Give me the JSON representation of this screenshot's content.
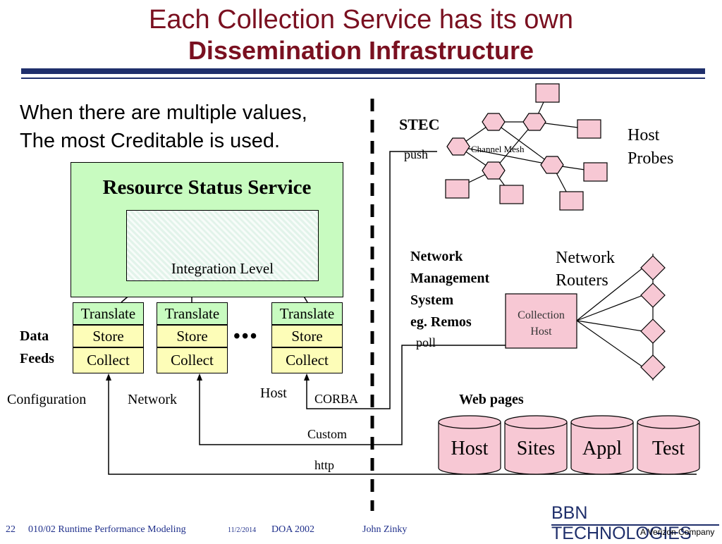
{
  "title": {
    "line1": "Each Collection Service has its own",
    "line2": "Dissemination Infrastructure"
  },
  "note": {
    "line1": "When there are multiple values,",
    "line2": "The most Creditable is used."
  },
  "resource_status_service": {
    "title": "Resource Status Service",
    "integration_label": "Integration Level",
    "columns": [
      {
        "translate": "Translate",
        "store": "Store",
        "collect": "Collect"
      },
      {
        "translate": "Translate",
        "store": "Store",
        "collect": "Collect"
      },
      {
        "translate": "Translate",
        "store": "Store",
        "collect": "Collect"
      }
    ],
    "ellipsis": "•••"
  },
  "data_feeds": {
    "line1": "Data",
    "line2": "Feeds"
  },
  "feed_labels": {
    "configuration": "Configuration",
    "network": "Network",
    "host": "Host",
    "corba": "CORBA",
    "custom": "Custom",
    "http": "http"
  },
  "stec": {
    "label": "STEC",
    "push": "push",
    "channel_mesh": "Channel Mesh",
    "host_probes_line1": "Host",
    "host_probes_line2": "Probes"
  },
  "nms": {
    "line1": "Network",
    "line2": "Management",
    "line3": "System",
    "line4": "eg. Remos",
    "poll": "poll",
    "collection_host_line1": "Collection",
    "collection_host_line2": "Host",
    "routers_line1": "Network",
    "routers_line2": "Routers"
  },
  "web_pages": {
    "label": "Web pages",
    "databases": [
      "Host",
      "Sites",
      "Appl",
      "Test"
    ]
  },
  "footer": {
    "slide_no": "22",
    "course": "010/02  Runtime Performance Modeling",
    "date": "11/2/2014",
    "event": "DOA 2002",
    "author": "John Zinky"
  },
  "logo": {
    "name": "BBN TECHNOLOGIES",
    "tagline": "A Verizon Company"
  },
  "colors": {
    "title": "#7a1020",
    "rule": "#1f2f6b",
    "rss_fill": "#c8fbc0",
    "store_fill": "#fdfdb8",
    "node_fill": "#f7c8d4",
    "footer": "#1f2f8b"
  }
}
